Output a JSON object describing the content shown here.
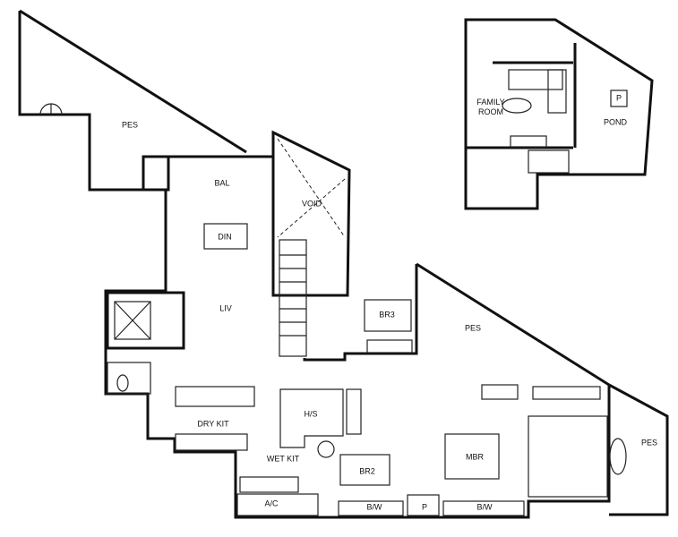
{
  "main_unit": {
    "rooms": {
      "pes_top": "PES",
      "balcony": "BAL",
      "void": "VOID",
      "dining": "DIN",
      "living": "LIV",
      "bedroom_3": "BR3",
      "pes_mid": "PES",
      "dry_kitchen": "DRY KIT",
      "household_shelter": "H/S",
      "wet_kitchen": "WET KIT",
      "bedroom_2": "BR2",
      "master_bedroom": "MBR",
      "aircon_ledge": "A/C",
      "bay_window_1": "B/W",
      "planter": "P",
      "bay_window_2": "B/W",
      "pes_right": "PES"
    }
  },
  "upper_unit": {
    "rooms": {
      "family_room_line1": "FAMILY",
      "family_room_line2": "ROOM",
      "pond": "POND",
      "pond_pump": "P"
    }
  }
}
